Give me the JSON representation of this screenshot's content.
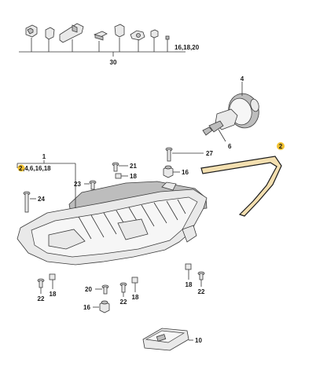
{
  "callouts": {
    "c30": "30",
    "c16_18_20": "16,18,20",
    "c4": "4",
    "c6": "6",
    "c2_top": "2",
    "c1": "1",
    "c1_sub_highlight": "2",
    "c1_sub_rest": ",4,6,16,18",
    "c27": "27",
    "c21": "21",
    "c18_a": "18",
    "c16_a": "16",
    "c23": "23",
    "c24": "24",
    "c22_a": "22",
    "c18_b": "18",
    "c20": "20",
    "c22_b": "22",
    "c18_c": "18",
    "c16_b": "16",
    "c18_d": "18",
    "c22_c": "22",
    "c10": "10"
  },
  "colors": {
    "highlight": "#f2c230",
    "seal_fill": "#f3dfb0",
    "line": "#333333"
  }
}
